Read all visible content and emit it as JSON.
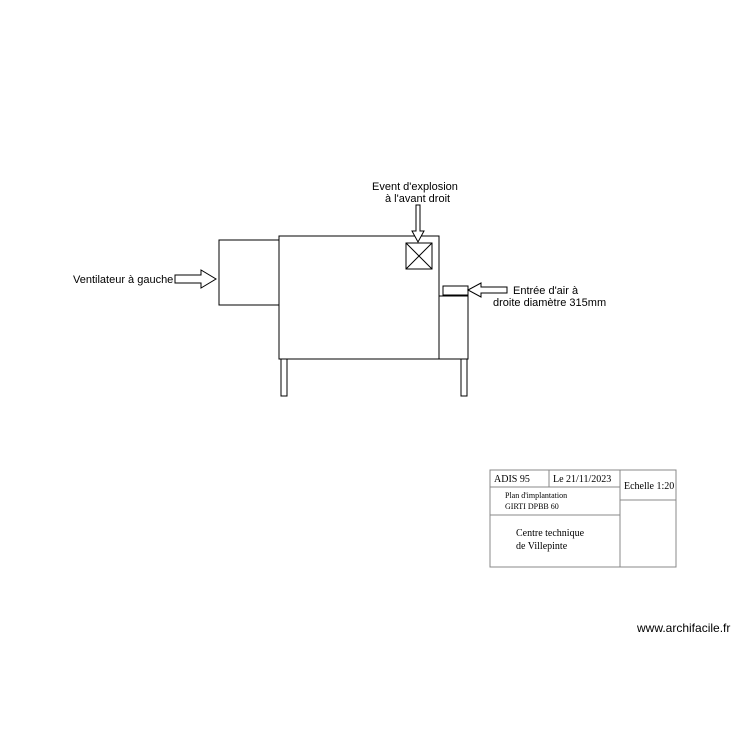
{
  "labels": {
    "vent": "Event d'explosion",
    "vent_line2": "à l'avant droit",
    "fan": "Ventilateur à gauche",
    "air_inlet": "Entrée d'air à",
    "air_inlet_line2": "droite diamètre 315mm"
  },
  "title_block": {
    "company": "ADIS 95",
    "date": "Le 21/11/2023",
    "scale": "Echelle 1:20",
    "plan_line1": "Plan d'implantation",
    "plan_line2": "GIRTI DPBB 60",
    "site_line1": "Centre technique",
    "site_line2": "de Villepinte"
  },
  "watermark": "www.archifacile.fr",
  "colors": {
    "line": "#000000",
    "frame": "#888888",
    "background": "#ffffff"
  }
}
